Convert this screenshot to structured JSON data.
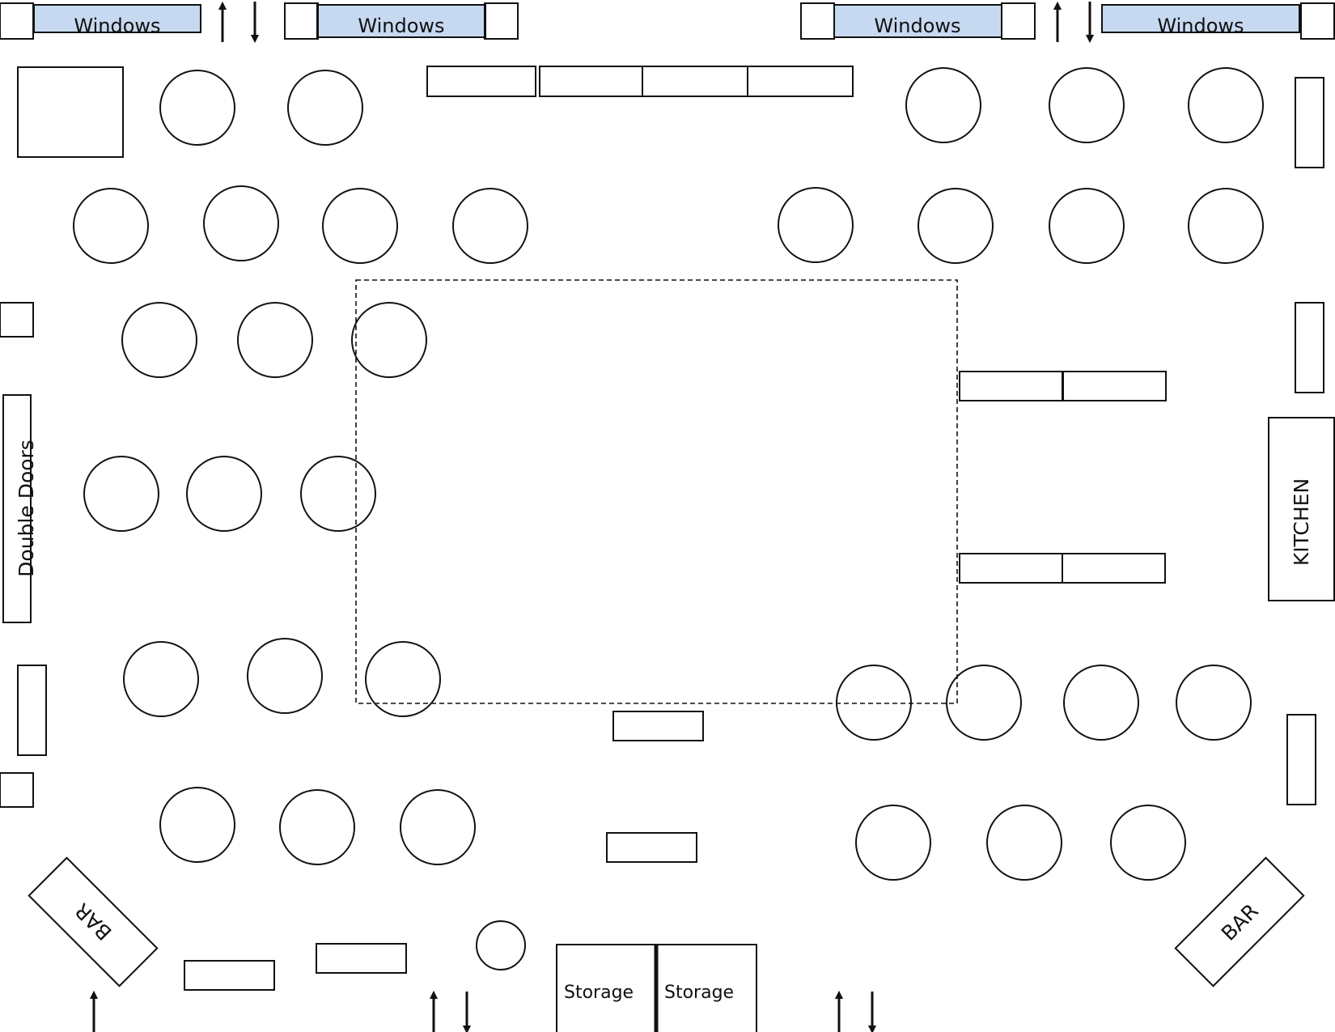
{
  "diagram": {
    "labels": {
      "windows": "Windows",
      "double_doors": "Double Doors",
      "kitchen": "KITCHEN",
      "bar": "BAR",
      "storage": "Storage"
    },
    "colors": {
      "window_fill": "#c6d9f0",
      "stroke": "#111111",
      "background": "#ffffff"
    }
  }
}
